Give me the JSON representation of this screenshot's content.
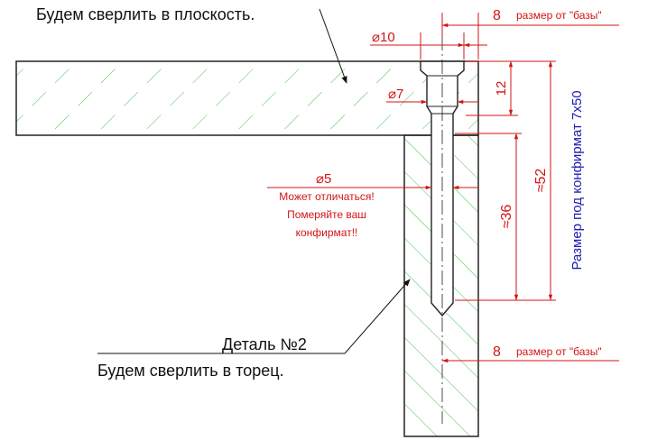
{
  "colors": {
    "dimension": "#d21414",
    "hatch": "#4cc24c",
    "outline": "#222222",
    "note": "#1d1db0",
    "text": "#111111"
  },
  "labels": {
    "part1_action": "Будем сверлить в плоскость.",
    "part2_title": "Деталь №2",
    "part2_action": "Будем сверлить в торец."
  },
  "dimensions": {
    "base_top": {
      "value": "8",
      "note": "размер от \"базы\""
    },
    "base_bottom": {
      "value": "8",
      "note": "размер от \"базы\""
    },
    "head_diameter": "⌀10",
    "neck_diameter": "⌀7",
    "head_depth": "12",
    "shank_diameter": "⌀5",
    "shank_depth": "≈36",
    "total_depth": "≈52"
  },
  "warning": {
    "line1": "Может отличаться!",
    "line2": "Померяйте ваш",
    "line3": "конфирмат!!"
  },
  "vertical_note": "Размер под конфирмат 7х50"
}
